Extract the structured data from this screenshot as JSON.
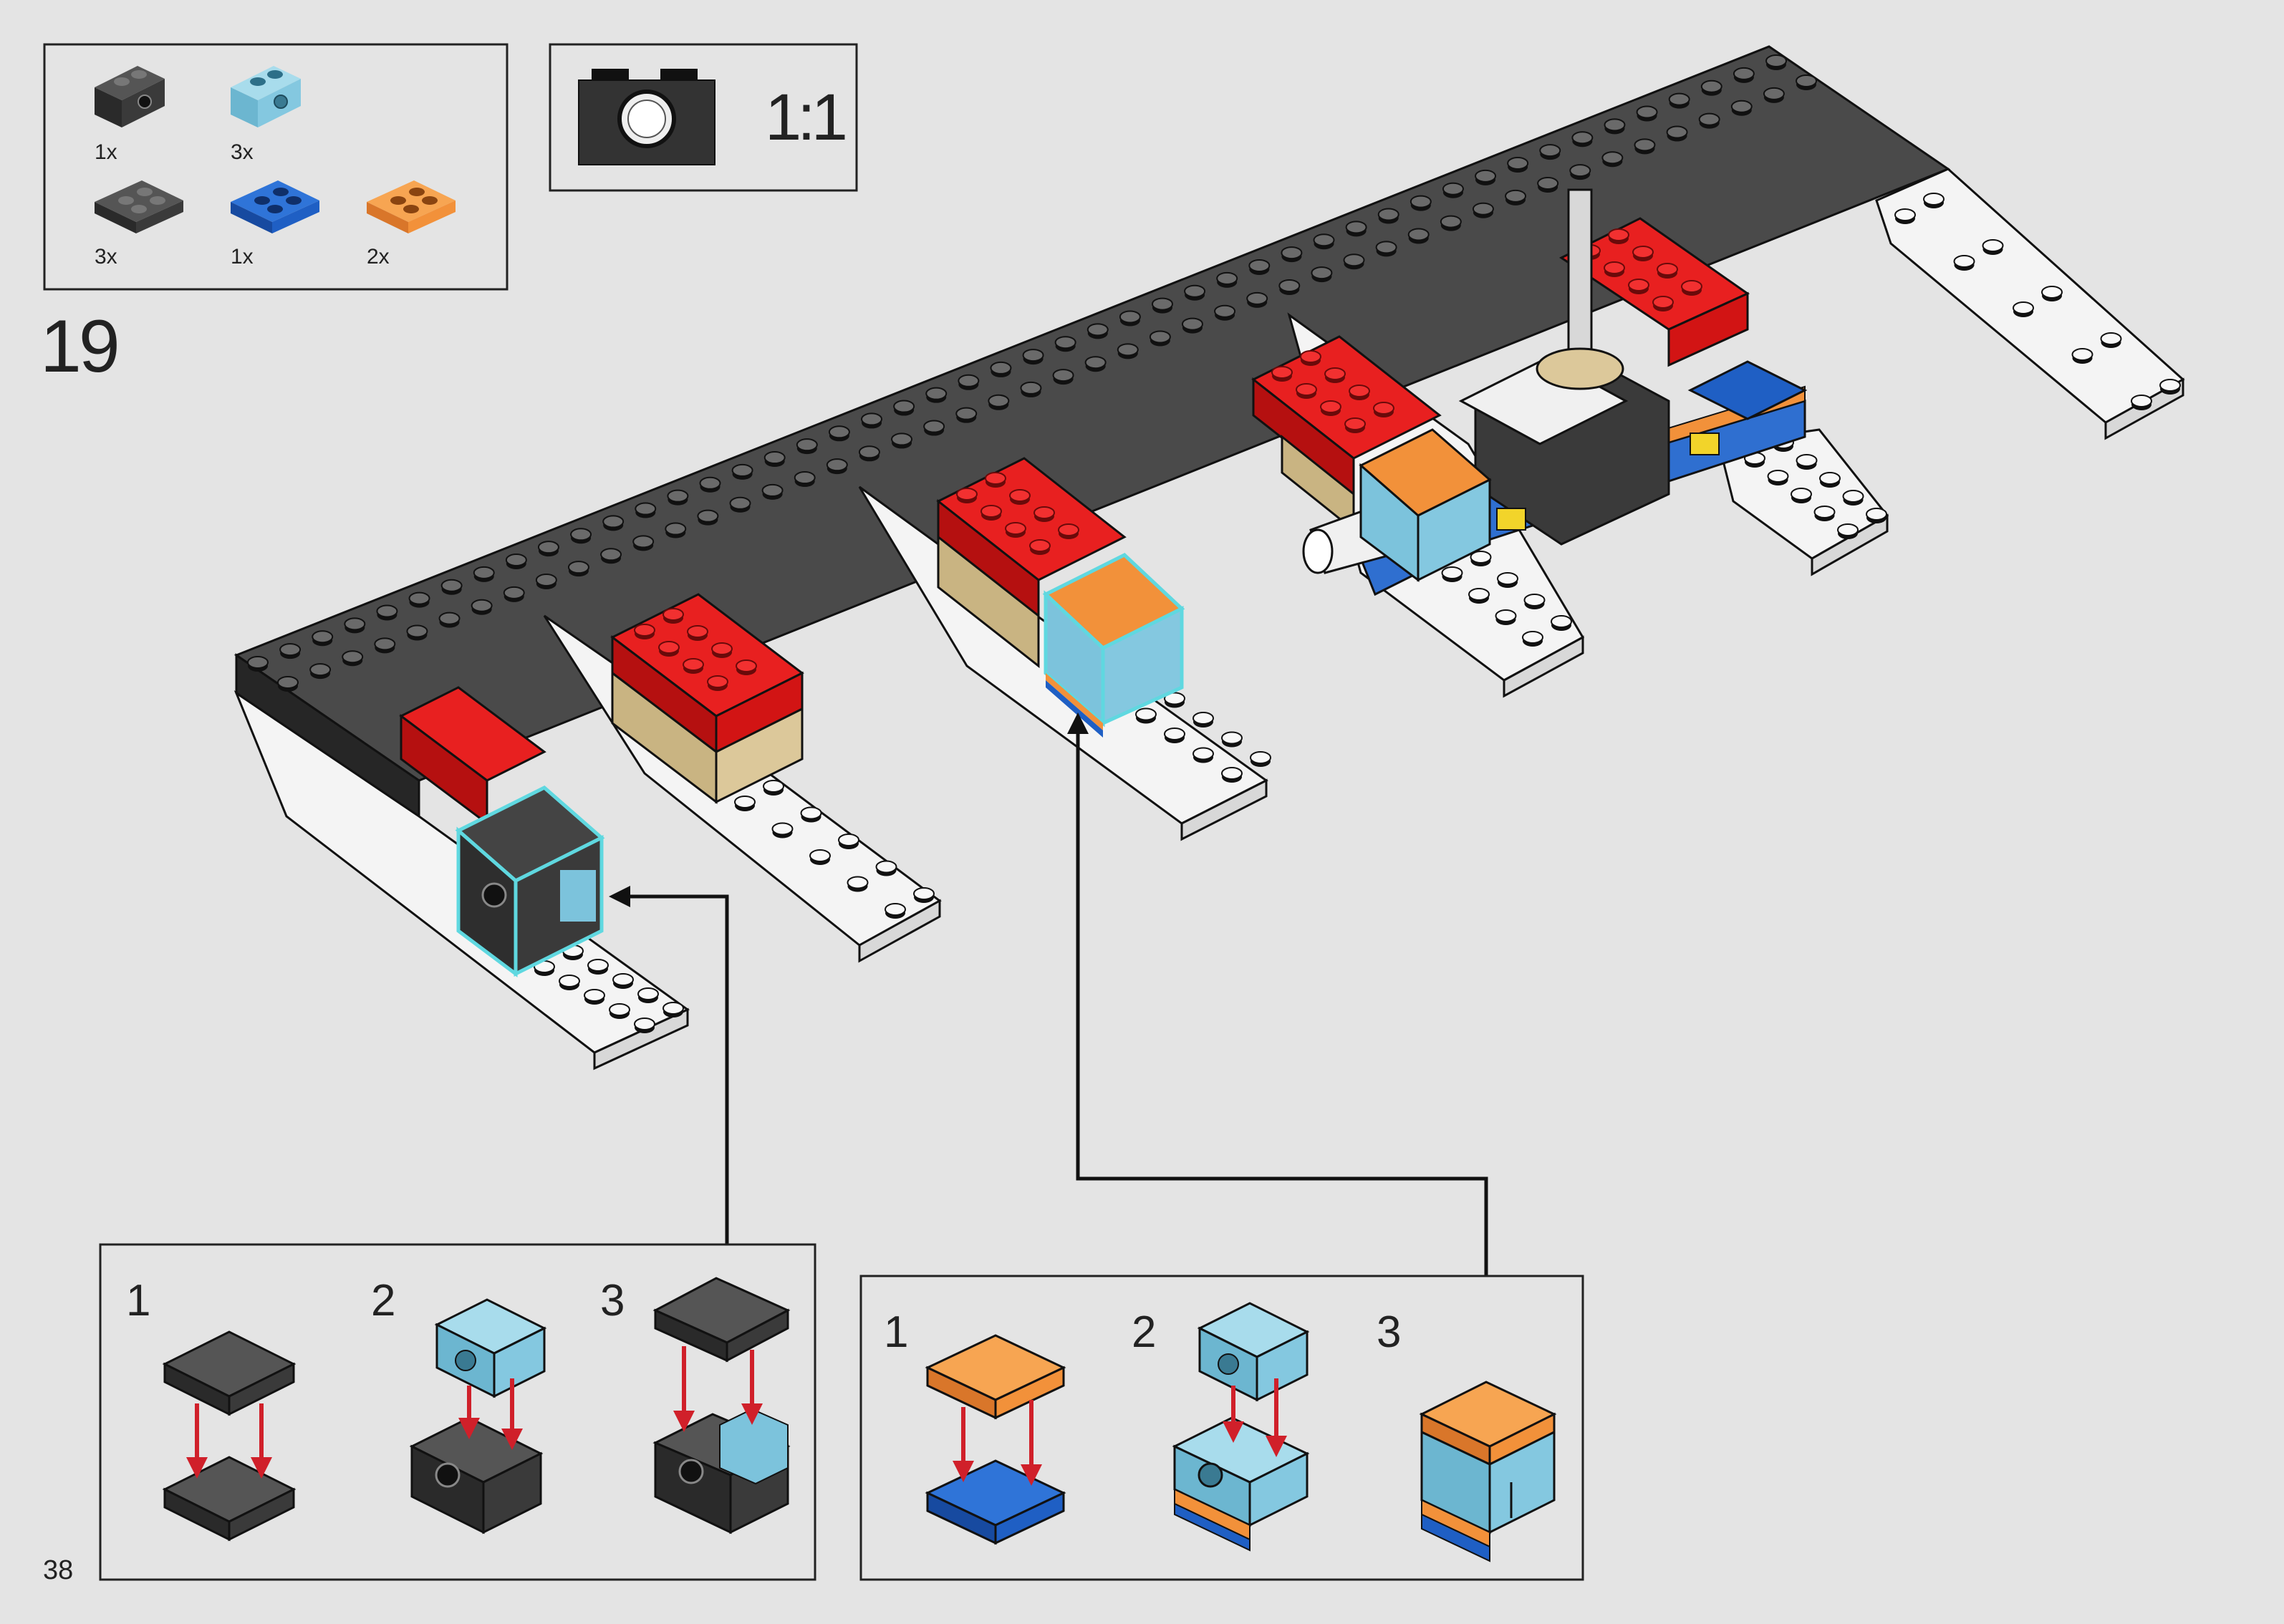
{
  "page_number": "38",
  "step": {
    "number": "19"
  },
  "parts_list": {
    "items": [
      {
        "part": "black-technic-brick-1x2-icon",
        "count": "1x",
        "color": "#2e2e2e"
      },
      {
        "part": "light-blue-technic-brick-1x2-icon",
        "count": "3x",
        "color": "#7cc3dc"
      },
      {
        "part": "black-plate-2x2-icon",
        "count": "3x",
        "color": "#2e2e2e"
      },
      {
        "part": "blue-plate-2x2-icon",
        "count": "1x",
        "color": "#1f5fc4"
      },
      {
        "part": "orange-plate-2x2-icon",
        "count": "2x",
        "color": "#f2913a"
      }
    ]
  },
  "scale_box": {
    "label": "1:1",
    "icon": "technic-brick-1x1-icon"
  },
  "subassembly_left": {
    "steps": [
      {
        "number": "1"
      },
      {
        "number": "2"
      },
      {
        "number": "3"
      }
    ]
  },
  "subassembly_right": {
    "steps": [
      {
        "number": "1"
      },
      {
        "number": "2"
      },
      {
        "number": "3"
      }
    ]
  },
  "colors": {
    "background": "#e4e4e4",
    "black_brick": "#2e2e2e",
    "red_brick": "#d21414",
    "tan_brick": "#dcc89a",
    "light_blue": "#7cc3dc",
    "blue": "#1f5fc4",
    "orange": "#f2913a",
    "white_plate": "#f4f4f4",
    "arrow_red": "#d0202a",
    "highlight": "#5fd8e0"
  }
}
